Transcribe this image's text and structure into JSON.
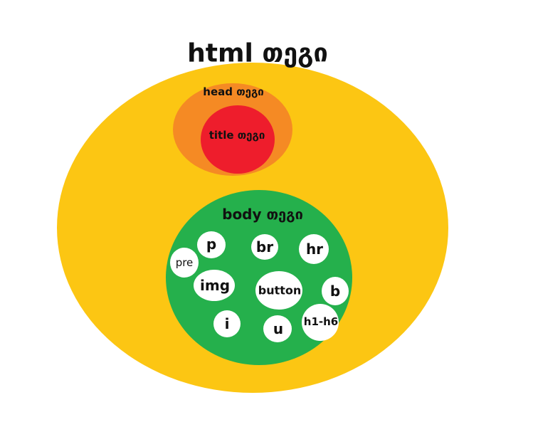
{
  "colors": {
    "html": "#fcc613",
    "head": "#f58a24",
    "title": "#ee1d2c",
    "body": "#25b04c",
    "tag": "#ffffff"
  },
  "labels": {
    "html": "html თეგი",
    "head": "head თეგი",
    "title": "title თეგი",
    "body": "body თეგი"
  },
  "tags": {
    "p": "p",
    "br": "br",
    "hr": "hr",
    "pre": "pre",
    "img": "img",
    "button": "button",
    "b": "b",
    "i": "i",
    "u": "u",
    "h1h6": "h1-h6"
  }
}
